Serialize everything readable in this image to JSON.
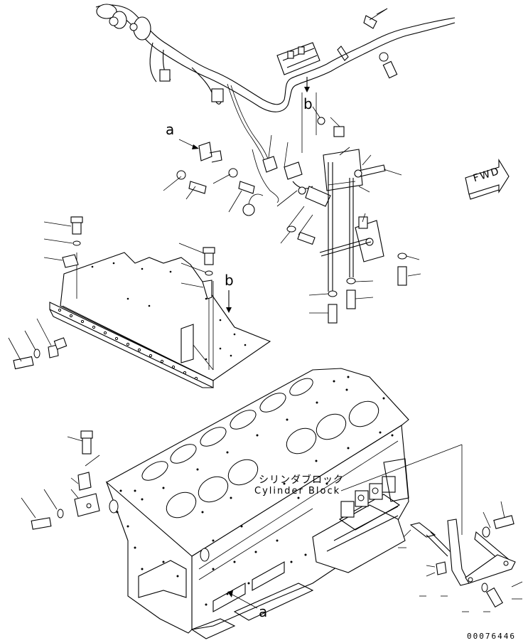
{
  "references": {
    "a_upper": "a",
    "a_lower": "a",
    "b_upper": "b",
    "b_lower": "b"
  },
  "cylinder_block": {
    "label_jp": "シリンダブロック",
    "label_en": "Cylinder Block"
  },
  "direction_arrow": {
    "label": "FWD"
  },
  "document_number": "00076446"
}
